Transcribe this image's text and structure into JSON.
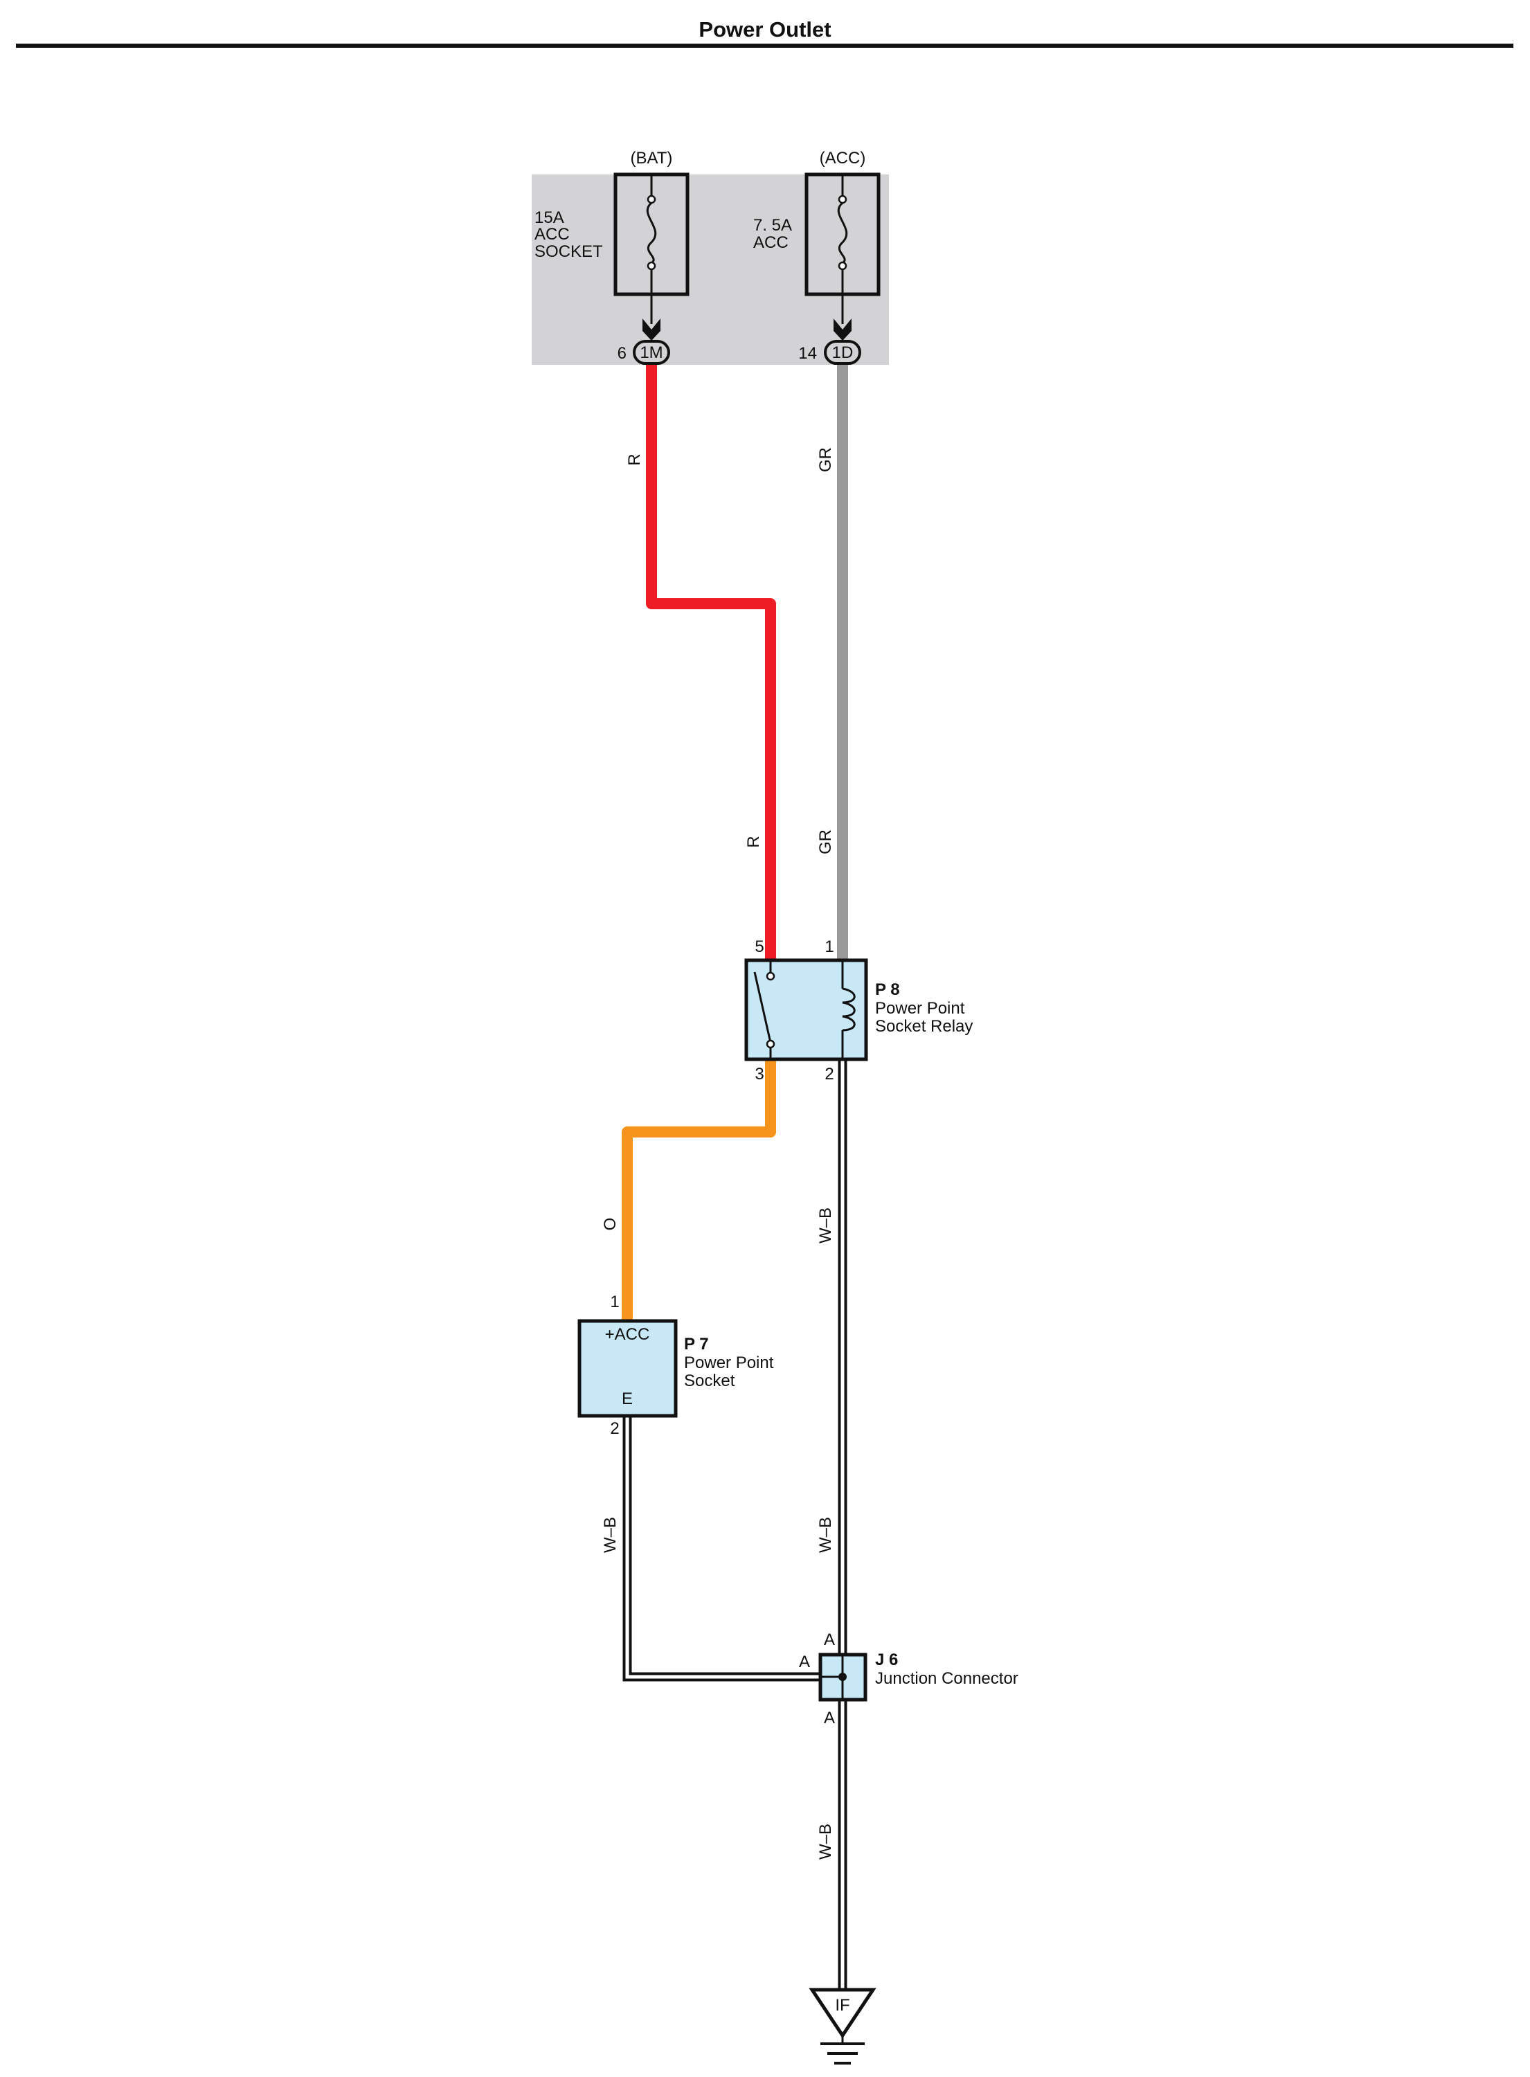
{
  "title": "Power Outlet",
  "fuse_box": {
    "fuse_bat": {
      "supply": "(BAT)",
      "rating": "15A",
      "name_line1": "ACC",
      "name_line2": "SOCKET",
      "pin": "6",
      "connector": "1M"
    },
    "fuse_acc": {
      "supply": "(ACC)",
      "rating": "7. 5A",
      "name": "ACC",
      "pin": "14",
      "connector": "1D"
    }
  },
  "wires": {
    "red": {
      "code": "R",
      "color": "#ee1c25"
    },
    "gray": {
      "code": "GR",
      "color": "#9a9a9a"
    },
    "orange": {
      "code": "O",
      "color": "#f7941d"
    },
    "ground": {
      "code": "W–B",
      "color": "#111111"
    }
  },
  "relay": {
    "id": "P 8",
    "name_line1": "Power Point",
    "name_line2": "Socket Relay",
    "pin_5": "5",
    "pin_1": "1",
    "pin_3": "3",
    "pin_2": "2"
  },
  "socket": {
    "id": "P 7",
    "name_line1": "Power Point",
    "name_line2": "Socket",
    "terminal_top": "+ACC",
    "terminal_bottom": "E",
    "pin_1": "1",
    "pin_2": "2"
  },
  "junction": {
    "id": "J 6",
    "name": "Junction Connector",
    "pin_top": "A",
    "pin_left": "A",
    "pin_bottom": "A"
  },
  "ground_point": {
    "code": "IF"
  },
  "colors": {
    "fuse_box_bg": "#d3d3d5",
    "component_fill": "#c8e8f6"
  }
}
